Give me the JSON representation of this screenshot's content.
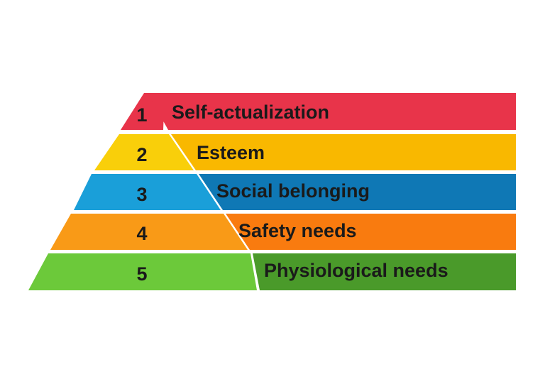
{
  "levels": [
    {
      "number": "1",
      "label": "Self-actualization",
      "left_color": "#e8344a",
      "right_color": "#e8344a"
    },
    {
      "number": "2",
      "label": "Esteem",
      "left_color": "#f9cf0a",
      "right_color": "#f9b800"
    },
    {
      "number": "3",
      "label": "Social belonging",
      "left_color": "#1a9fd9",
      "right_color": "#0f78b5"
    },
    {
      "number": "4",
      "label": "Safety needs",
      "left_color": "#f99a17",
      "right_color": "#f97b0f"
    },
    {
      "number": "5",
      "label": "Physiological needs",
      "left_color": "#6cc93a",
      "right_color": "#4a9a2a"
    }
  ]
}
